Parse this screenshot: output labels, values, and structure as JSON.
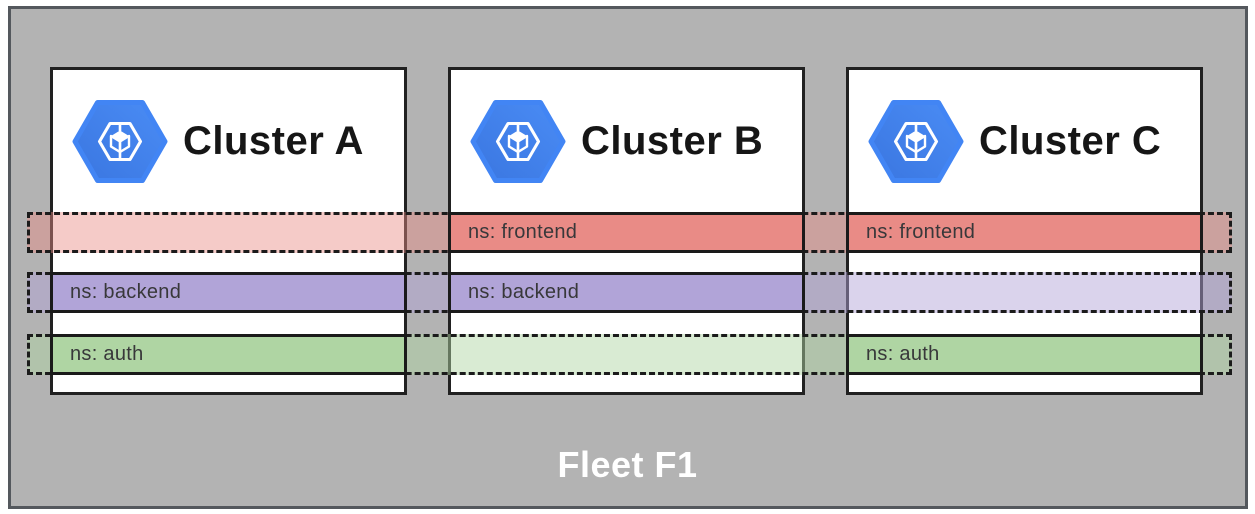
{
  "fleet": {
    "label": "Fleet F1",
    "fill_color": "#b3b3b3",
    "border_color": "#54585d"
  },
  "clusters": [
    {
      "title": "Cluster A",
      "icon": "gke-cluster-hexagon-icon",
      "namespaces": {
        "frontend": "absent-faded",
        "backend": "present",
        "auth": "present"
      }
    },
    {
      "title": "Cluster B",
      "icon": "gke-cluster-hexagon-icon",
      "namespaces": {
        "frontend": "present",
        "backend": "present",
        "auth": "absent-faded"
      }
    },
    {
      "title": "Cluster C",
      "icon": "gke-cluster-hexagon-icon",
      "namespaces": {
        "frontend": "present",
        "backend": "absent-faded",
        "auth": "present"
      }
    }
  ],
  "namespace_bands": [
    {
      "label": "ns: frontend",
      "solid_color": "#e98b86",
      "faded_color": "rgba(233,139,134,0.45)",
      "border_style": "dashed",
      "present_in": [
        "Cluster B",
        "Cluster C"
      ]
    },
    {
      "label": "ns: backend",
      "solid_color": "#b1a4d8",
      "faded_color": "rgba(177,164,216,0.48)",
      "border_style": "dashed",
      "present_in": [
        "Cluster A",
        "Cluster B"
      ]
    },
    {
      "label": "ns: auth",
      "solid_color": "#afd5a3",
      "faded_color": "rgba(175,213,163,0.48)",
      "border_style": "dashed",
      "present_in": [
        "Cluster A",
        "Cluster C"
      ]
    }
  ],
  "icon_colors": {
    "gke_blue": "#4285f4",
    "gke_blue_shade": "#3a76e0",
    "glyph_white": "#ffffff"
  }
}
